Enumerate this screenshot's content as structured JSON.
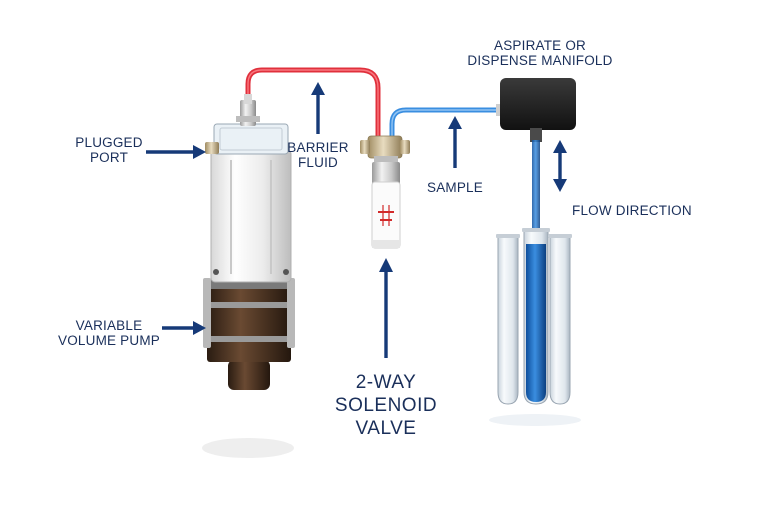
{
  "labels": {
    "plugged_port": "PLUGGED\nPORT",
    "barrier_fluid": "BARRIER\nFLUID",
    "sample": "SAMPLE",
    "manifold": "ASPIRATE OR\nDISPENSE MANIFOLD",
    "flow_direction": "FLOW DIRECTION",
    "variable_pump": "VARIABLE\nVOLUME PUMP",
    "solenoid_valve": "2-WAY\nSOLENOID\nVALVE"
  },
  "colors": {
    "label_text": "#1a2f5a",
    "arrow": "#163a78",
    "barrier_tube": "#e0303c",
    "sample_tube": "#3a8ee0",
    "sample_liquid": "#1f6fc4",
    "manifold_body": "#1e1e1e"
  }
}
